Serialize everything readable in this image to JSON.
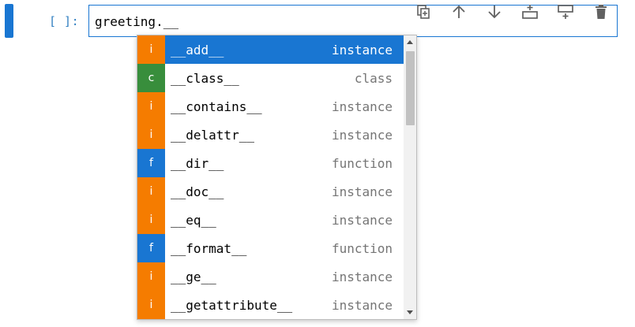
{
  "cell": {
    "prompt": "[ ]:",
    "code": "greeting.__"
  },
  "toolbar": {
    "icons": [
      "duplicate-icon",
      "move-up-icon",
      "move-down-icon",
      "insert-above-icon",
      "insert-below-icon",
      "delete-icon"
    ]
  },
  "completer": {
    "items": [
      {
        "badge": "i",
        "badge_color": "#f57c00",
        "label": "__add__",
        "type": "instance",
        "active": true
      },
      {
        "badge": "c",
        "badge_color": "#388e3c",
        "label": "__class__",
        "type": "class",
        "active": false
      },
      {
        "badge": "i",
        "badge_color": "#f57c00",
        "label": "__contains__",
        "type": "instance",
        "active": false
      },
      {
        "badge": "i",
        "badge_color": "#f57c00",
        "label": "__delattr__",
        "type": "instance",
        "active": false
      },
      {
        "badge": "f",
        "badge_color": "#1976d2",
        "label": "__dir__",
        "type": "function",
        "active": false
      },
      {
        "badge": "i",
        "badge_color": "#f57c00",
        "label": "__doc__",
        "type": "instance",
        "active": false
      },
      {
        "badge": "i",
        "badge_color": "#f57c00",
        "label": "__eq__",
        "type": "instance",
        "active": false
      },
      {
        "badge": "f",
        "badge_color": "#1976d2",
        "label": "__format__",
        "type": "function",
        "active": false
      },
      {
        "badge": "i",
        "badge_color": "#f57c00",
        "label": "__ge__",
        "type": "instance",
        "active": false
      },
      {
        "badge": "i",
        "badge_color": "#f57c00",
        "label": "__getattribute__",
        "type": "instance",
        "active": false
      }
    ]
  },
  "colors": {
    "accent": "#1976d2",
    "instance": "#f57c00",
    "class": "#388e3c",
    "function": "#1976d2"
  }
}
